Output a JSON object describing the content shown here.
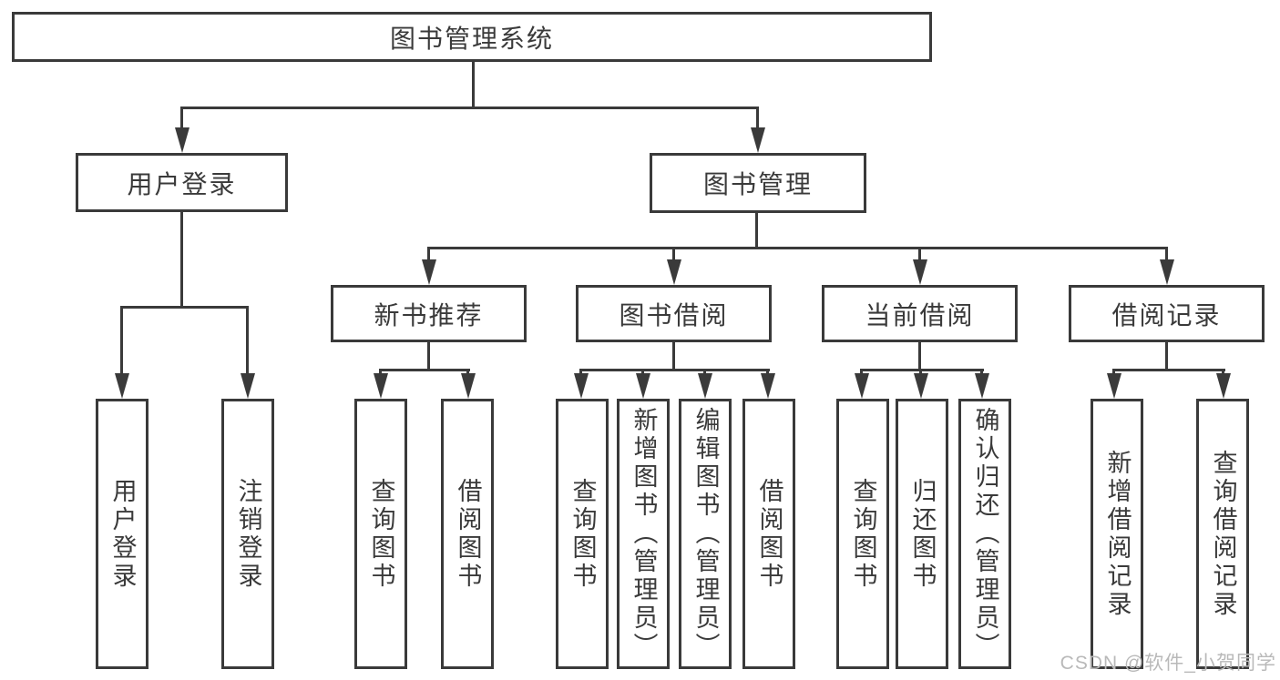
{
  "diagram": {
    "root": {
      "label": "图书管理系统"
    },
    "level2": [
      {
        "label": "用户登录"
      },
      {
        "label": "图书管理"
      }
    ],
    "level3": [
      {
        "label": "新书推荐",
        "parent": "图书管理"
      },
      {
        "label": "图书借阅",
        "parent": "图书管理"
      },
      {
        "label": "当前借阅",
        "parent": "图书管理"
      },
      {
        "label": "借阅记录",
        "parent": "图书管理"
      }
    ],
    "leaves": [
      {
        "label": "用户登录",
        "parent": "用户登录"
      },
      {
        "label": "注销登录",
        "parent": "用户登录"
      },
      {
        "label": "查询图书",
        "parent": "新书推荐"
      },
      {
        "label": "借阅图书",
        "parent": "新书推荐"
      },
      {
        "label": "查询图书",
        "parent": "图书借阅"
      },
      {
        "label": "新增图书（管理员）",
        "parent": "图书借阅"
      },
      {
        "label": "编辑图书（管理员）",
        "parent": "图书借阅"
      },
      {
        "label": "借阅图书",
        "parent": "图书借阅"
      },
      {
        "label": "查询图书",
        "parent": "当前借阅"
      },
      {
        "label": "归还图书",
        "parent": "当前借阅"
      },
      {
        "label": "确认归还（管理员）",
        "parent": "当前借阅"
      },
      {
        "label": "新增借阅记录",
        "parent": "借阅记录"
      },
      {
        "label": "查询借阅记录",
        "parent": "借阅记录"
      }
    ],
    "colors": {
      "line": "#3a3a3a",
      "text": "#3a3a3a",
      "background": "#ffffff"
    }
  },
  "watermark": {
    "text": "CSDN @软件_小贺同学",
    "color": "#b9b9b9"
  }
}
